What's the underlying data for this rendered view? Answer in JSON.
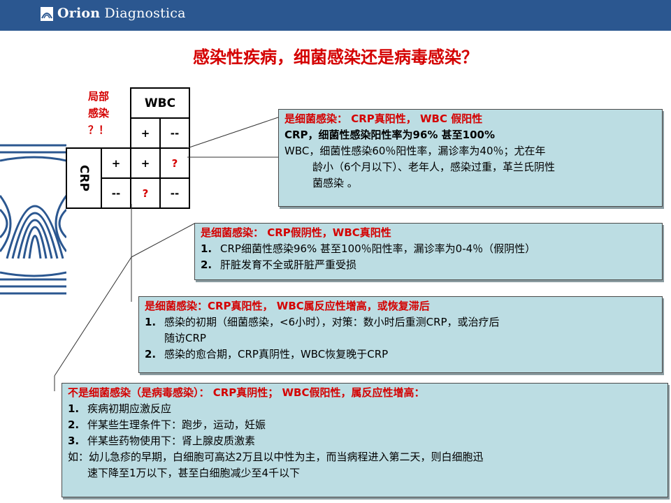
{
  "brand": {
    "bold": "Orion",
    "rest": " Diagnostica"
  },
  "title": "感染性疾病，细菌感染还是病毒感染？",
  "local_label": [
    "局部",
    "感染",
    "？！"
  ],
  "grid": {
    "wbc_header": "WBC",
    "wbc_plus": "+",
    "wbc_minus": "--",
    "crp_header": "CRP",
    "crp_plus": "+",
    "crp_minus": "--",
    "cell_pp": "+",
    "cell_pm": "?",
    "cell_mp": "?",
    "cell_mm": "--"
  },
  "box1": {
    "heading": "是细菌感染： CRP真阳性， WBC 假阳性",
    "line1": "CRP，细菌性感染阳性率为96% 甚至100%",
    "line2": "WBC，细菌性感染60％阳性率，漏诊率为40％；尤在年",
    "line3": "龄小（6个月以下）、老年人，感染过重，革兰氏阴性",
    "line4": "菌感染 。"
  },
  "box2": {
    "heading": "是细菌感染： CRP假阴性，WBC真阳性",
    "items": [
      {
        "num": "1.",
        "text": "CRP细菌性感染96% 甚至100％阳性率，漏诊率为0-4％（假阴性）"
      },
      {
        "num": "2.",
        "text": "肝脏发育不全或肝脏严重受损"
      }
    ]
  },
  "box3": {
    "heading": "是细菌感染：CRP真阳性， WBC属反应性增高，或恢复滞后",
    "item1_num": "1.",
    "item1_text": "感染的初期（细菌感染，<6小时），对策：数小时后重测CRP，或治疗后",
    "item1_cont": "随访CRP",
    "item2_num": "2.",
    "item2_text": "感染的愈合期，CRP真阴性，WBC恢复晚于CRP"
  },
  "box4": {
    "heading": "不是细菌感染（是病毒感染）： CRP真阴性； WBC假阳性，属反应性增高：",
    "items": [
      {
        "num": "1.",
        "text": "疾病初期应激反应"
      },
      {
        "num": "2.",
        "text": "伴某些生理条件下：跑步，运动，妊娠"
      },
      {
        "num": "3.",
        "text": "伴某些药物使用下：肾上腺皮质激素"
      }
    ],
    "example1": "如：幼儿急疹的早期，白细胞可高达2万且以中性为主，而当病程进入第二天，则白细胞迅",
    "example2": "速下降至1万以下，甚至白细胞减少至4千以下"
  },
  "colors": {
    "header": "#2b5790",
    "accent_red": "#d40000",
    "box_bg": "#bcdde3"
  }
}
